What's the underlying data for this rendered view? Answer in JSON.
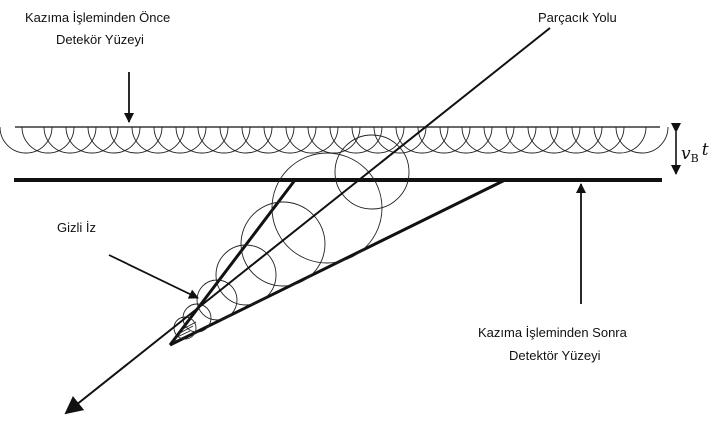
{
  "labels": {
    "before_line1": "Kazıma İşleminden Önce",
    "before_line2": "Detekör Yüzeyi",
    "particle_path": "Parçacık Yolu",
    "latent_track": "Gizli İz",
    "after_line1": "Kazıma İşleminden Sonra",
    "after_line2": "Detektör Yüzeyi",
    "etch_v": "v",
    "etch_sub": "B",
    "etch_t": "t"
  },
  "colors": {
    "ink": "#111111",
    "background": "#ffffff"
  }
}
